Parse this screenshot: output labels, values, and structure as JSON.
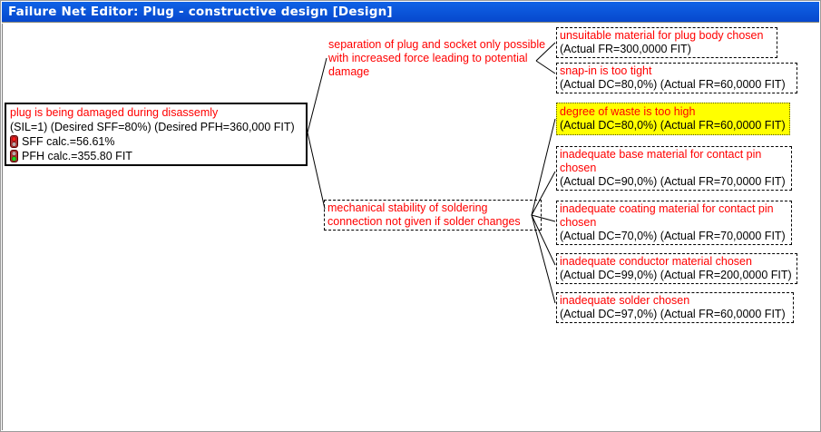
{
  "window": {
    "title": "Failure Net Editor: Plug - constructive design [Design]"
  },
  "colors": {
    "titlebar_blue": "#0a55dc",
    "cause_text_red": "#ff0000",
    "value_text_black": "#000000",
    "selected_highlight_yellow": "#ffff00"
  },
  "root_node": {
    "title": "plug is being damaged during disassemly",
    "params": "(SIL=1) (Desired SFF=80%) (Desired PFH=360,000 FIT)",
    "sff_calc": {
      "icon": "traffic-light-red-icon",
      "label": "SFF calc.=56.61%"
    },
    "pfh_calc": {
      "icon": "traffic-light-green-icon",
      "label": "PFH calc.=355.80 FIT"
    }
  },
  "mid_nodes": [
    {
      "text": "separation of plug and socket only possible with increased force leading to potential damage",
      "boxed": false
    },
    {
      "text": "mechanical stability of soldering connection not given if solder changes",
      "boxed": true
    }
  ],
  "leaf_nodes": [
    {
      "title": "unsuitable material for plug body chosen",
      "values": "(Actual FR=300,0000 FIT)",
      "highlighted": false
    },
    {
      "title": "snap-in is too tight",
      "values": "(Actual DC=80,0%) (Actual FR=60,0000 FIT)",
      "highlighted": false
    },
    {
      "title": "degree of waste is too high",
      "values": "(Actual DC=80,0%) (Actual FR=60,0000 FIT)",
      "highlighted": true
    },
    {
      "title": "inadequate base material for contact pin chosen",
      "values": "(Actual DC=90,0%) (Actual FR=70,0000 FIT)",
      "highlighted": false
    },
    {
      "title": "inadequate coating material for contact pin chosen",
      "values": "(Actual DC=70,0%) (Actual FR=70,0000 FIT)",
      "highlighted": false
    },
    {
      "title": "inadequate conductor material chosen",
      "values": "(Actual DC=99,0%) (Actual FR=200,0000 FIT)",
      "highlighted": false
    },
    {
      "title": "inadequate solder chosen",
      "values": "(Actual DC=97,0%) (Actual FR=60,0000 FIT)",
      "highlighted": false
    }
  ]
}
